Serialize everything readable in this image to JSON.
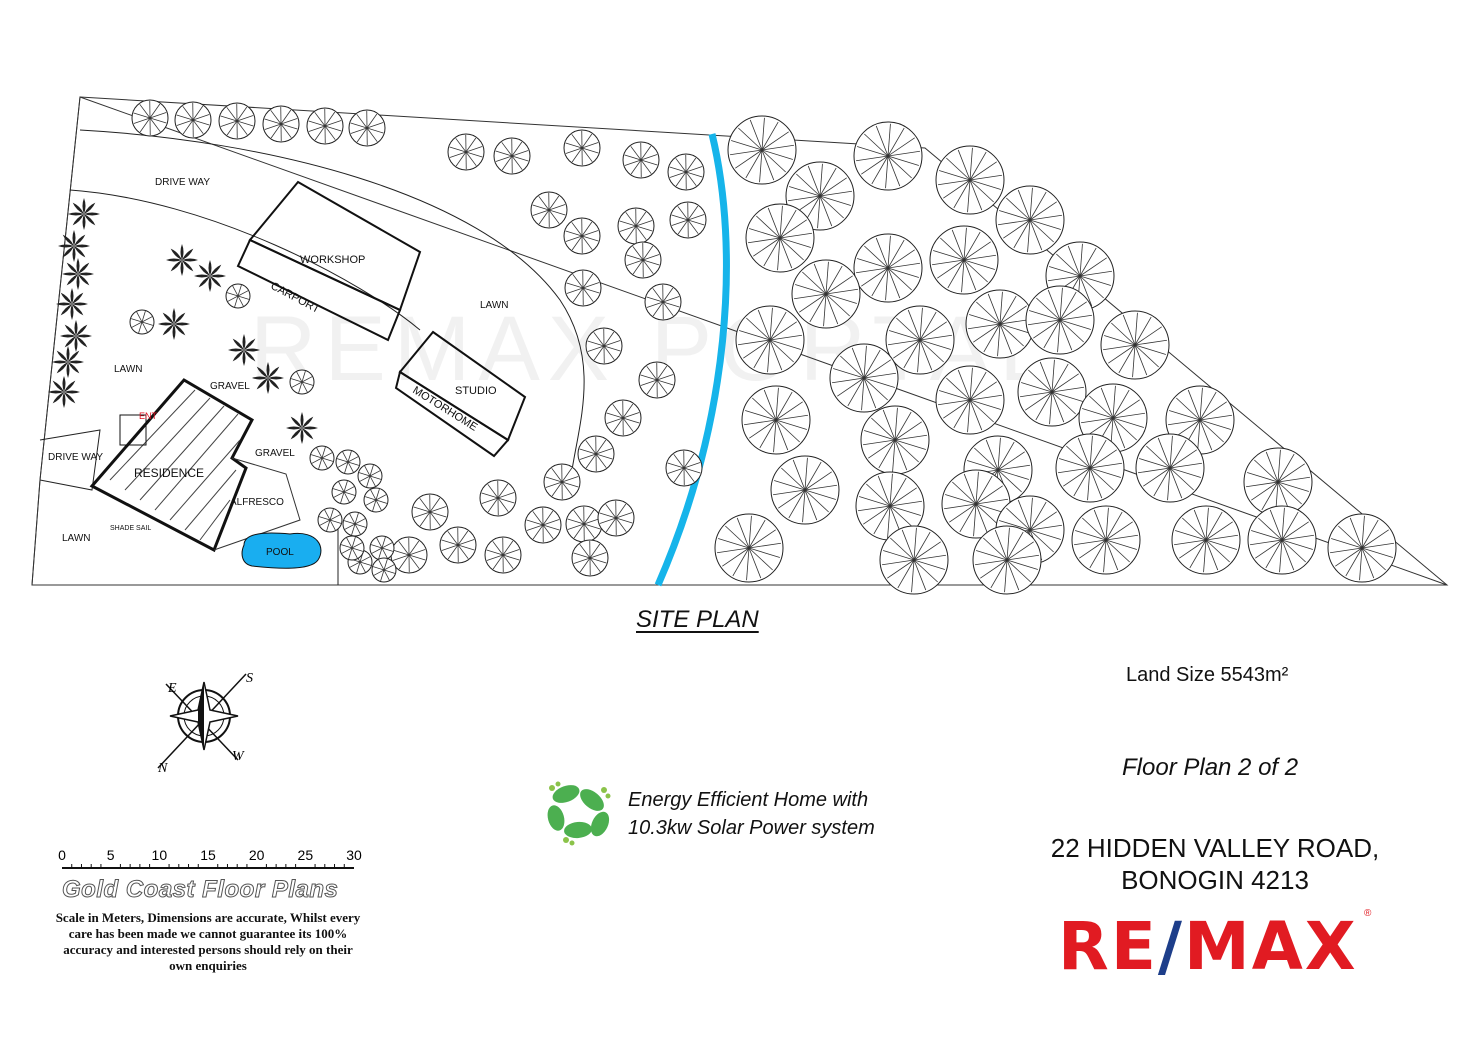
{
  "plan": {
    "title": "SITE PLAN",
    "watermark": "REMAX PORTAL",
    "labels": {
      "drive_way_top": "DRIVE WAY",
      "drive_way_left": "DRIVE WAY",
      "workshop": "WORKSHOP",
      "carport": "CARPORT",
      "lawn_center": "LAWN",
      "lawn_left": "LAWN",
      "lawn_bottom": "LAWN",
      "studio": "STUDIO",
      "motorhome": "MOTORHOME",
      "gravel_top": "GRAVEL",
      "gravel_right": "GRAVEL",
      "entry": "ENT",
      "residence": "RESIDENCE",
      "alfresco": "ALFRESCO",
      "shade_sail": "SHADE SAIL",
      "pool": "POOL"
    },
    "colors": {
      "creek": "#16b4ea",
      "pool": "#19aef0",
      "line": "#111111"
    }
  },
  "compass": {
    "n": "N",
    "e": "E",
    "s": "S",
    "w": "W"
  },
  "scale": {
    "ticks": [
      "0",
      "5",
      "10",
      "15",
      "20",
      "25",
      "30"
    ],
    "brand": "Gold Coast Floor Plans",
    "disclaimer": "Scale in Meters, Dimensions are accurate, Whilst every care has been made we cannot guarantee its 100% accuracy and interested persons should rely on their own enquiries"
  },
  "energy": {
    "line1": "Energy Efficient Home with",
    "line2": "10.3kw Solar Power system",
    "icon": "recycle-footprints-icon",
    "color": "#4caf50"
  },
  "info": {
    "land_size": "Land Size 5543m²",
    "floor_plan": "Floor Plan 2 of 2",
    "address_line1": "22 HIDDEN VALLEY ROAD,",
    "address_line2": "BONOGIN 4213"
  },
  "brand": {
    "logo_part1": "RE",
    "logo_slash": "/",
    "logo_part2": "MAX",
    "registered": "®",
    "red": "#e11b22",
    "blue": "#1d3e8a"
  }
}
